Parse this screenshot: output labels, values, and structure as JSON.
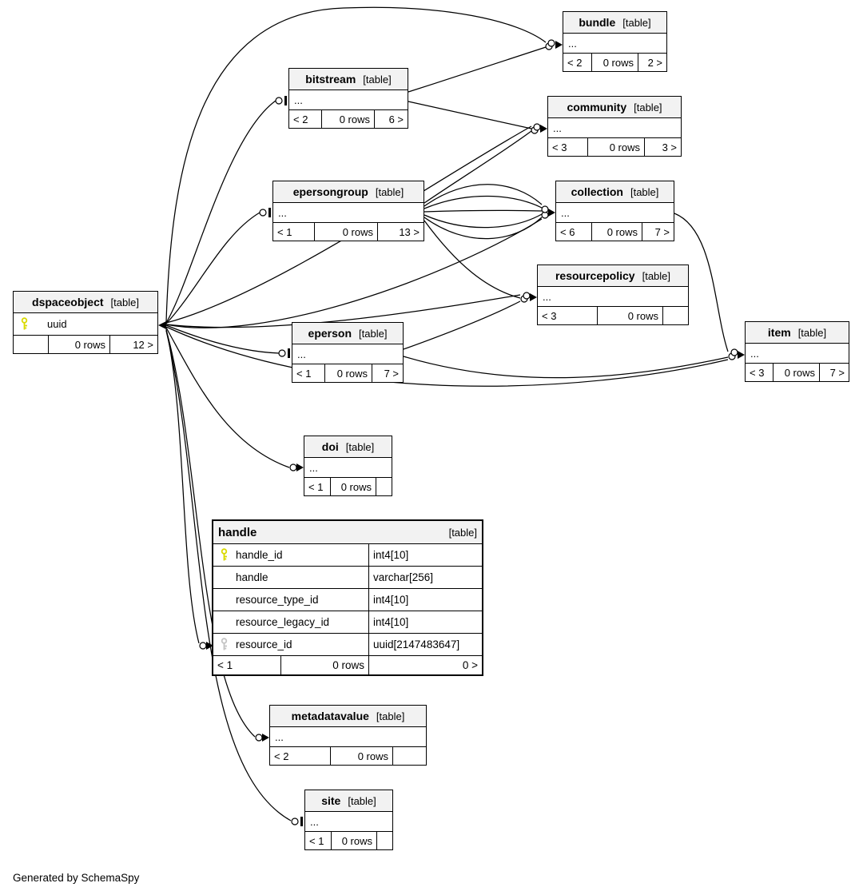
{
  "page": {
    "footer_note": "Generated by SchemaSpy"
  },
  "colors": {
    "primary_key": "#d9d900",
    "foreign_key": "#c4c4c4",
    "header_bg": "#f2f2f2",
    "border": "#000000",
    "background": "#ffffff"
  },
  "tables": {
    "bundle": {
      "name": "bundle",
      "type_label": "[table]",
      "ellipsis": "...",
      "footer": {
        "parents": "< 2",
        "rows": "0 rows",
        "children": "2 >"
      }
    },
    "bitstream": {
      "name": "bitstream",
      "type_label": "[table]",
      "ellipsis": "...",
      "footer": {
        "parents": "< 2",
        "rows": "0 rows",
        "children": "6 >"
      }
    },
    "community": {
      "name": "community",
      "type_label": "[table]",
      "ellipsis": "...",
      "footer": {
        "parents": "< 3",
        "rows": "0 rows",
        "children": "3 >"
      }
    },
    "epersongroup": {
      "name": "epersongroup",
      "type_label": "[table]",
      "ellipsis": "...",
      "footer": {
        "parents": "< 1",
        "rows": "0 rows",
        "children": "13 >"
      }
    },
    "collection": {
      "name": "collection",
      "type_label": "[table]",
      "ellipsis": "...",
      "footer": {
        "parents": "< 6",
        "rows": "0 rows",
        "children": "7 >"
      }
    },
    "resourcepolicy": {
      "name": "resourcepolicy",
      "type_label": "[table]",
      "ellipsis": "...",
      "footer": {
        "parents": "< 3",
        "rows": "0 rows",
        "children": ""
      }
    },
    "dspaceobject": {
      "name": "dspaceobject",
      "type_label": "[table]",
      "columns": [
        {
          "name": "uuid",
          "key": "primary"
        }
      ],
      "footer": {
        "parents": "",
        "rows": "0 rows",
        "children": "12 >"
      }
    },
    "eperson": {
      "name": "eperson",
      "type_label": "[table]",
      "ellipsis": "...",
      "footer": {
        "parents": "< 1",
        "rows": "0 rows",
        "children": "7 >"
      }
    },
    "item": {
      "name": "item",
      "type_label": "[table]",
      "ellipsis": "...",
      "footer": {
        "parents": "< 3",
        "rows": "0 rows",
        "children": "7 >"
      }
    },
    "doi": {
      "name": "doi",
      "type_label": "[table]",
      "ellipsis": "...",
      "footer": {
        "parents": "< 1",
        "rows": "0 rows",
        "children": ""
      }
    },
    "handle": {
      "name": "handle",
      "type_label": "[table]",
      "columns": [
        {
          "name": "handle_id",
          "type": "int4[10]",
          "key": "primary"
        },
        {
          "name": "handle",
          "type": "varchar[256]",
          "key": ""
        },
        {
          "name": "resource_type_id",
          "type": "int4[10]",
          "key": ""
        },
        {
          "name": "resource_legacy_id",
          "type": "int4[10]",
          "key": ""
        },
        {
          "name": "resource_id",
          "type": "uuid[2147483647]",
          "key": "foreign"
        }
      ],
      "footer": {
        "parents": "< 1",
        "rows": "0 rows",
        "children": "0 >"
      }
    },
    "metadatavalue": {
      "name": "metadatavalue",
      "type_label": "[table]",
      "ellipsis": "...",
      "footer": {
        "parents": "< 2",
        "rows": "0 rows",
        "children": ""
      }
    },
    "site": {
      "name": "site",
      "type_label": "[table]",
      "ellipsis": "...",
      "footer": {
        "parents": "< 1",
        "rows": "0 rows",
        "children": ""
      }
    }
  },
  "relationships": [
    {
      "from": "dspaceobject",
      "to": "bundle"
    },
    {
      "from": "dspaceobject",
      "to": "bitstream"
    },
    {
      "from": "dspaceobject",
      "to": "community"
    },
    {
      "from": "dspaceobject",
      "to": "epersongroup"
    },
    {
      "from": "dspaceobject",
      "to": "collection"
    },
    {
      "from": "dspaceobject",
      "to": "resourcepolicy"
    },
    {
      "from": "dspaceobject",
      "to": "eperson"
    },
    {
      "from": "dspaceobject",
      "to": "item"
    },
    {
      "from": "dspaceobject",
      "to": "doi"
    },
    {
      "from": "dspaceobject",
      "to": "handle"
    },
    {
      "from": "dspaceobject",
      "to": "metadatavalue"
    },
    {
      "from": "dspaceobject",
      "to": "site"
    },
    {
      "from": "bitstream",
      "to": "bundle"
    },
    {
      "from": "bitstream",
      "to": "community"
    },
    {
      "from": "epersongroup",
      "to": "community"
    },
    {
      "from": "epersongroup",
      "to": "collection",
      "lines": 5
    },
    {
      "from": "epersongroup",
      "to": "resourcepolicy"
    },
    {
      "from": "eperson",
      "to": "resourcepolicy"
    },
    {
      "from": "eperson",
      "to": "item"
    },
    {
      "from": "collection",
      "to": "item"
    }
  ]
}
